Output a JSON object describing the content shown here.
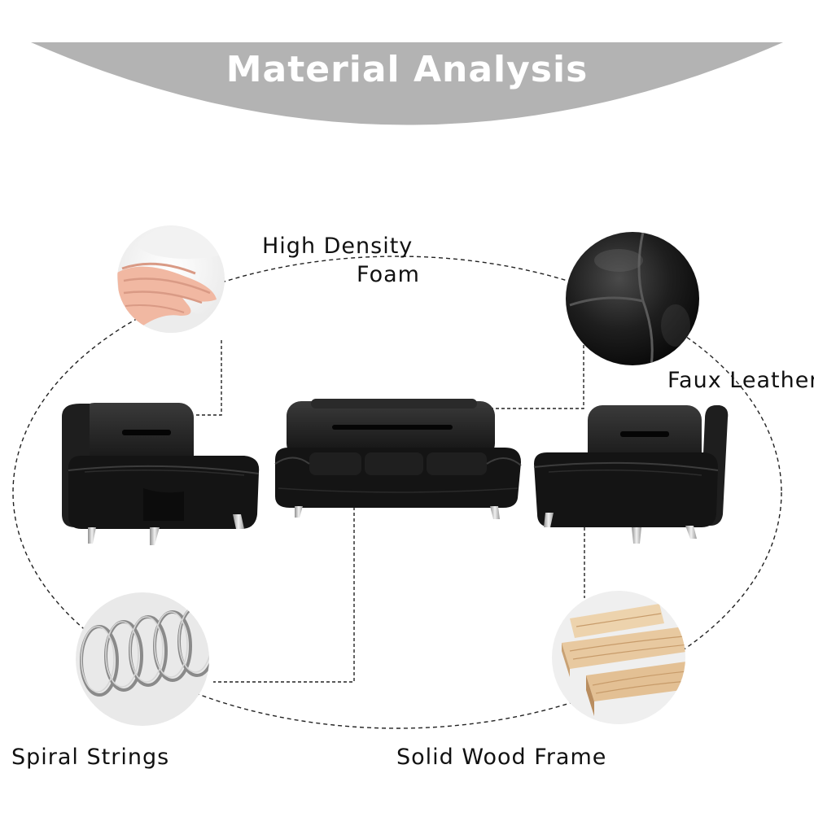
{
  "header": {
    "title": "Material Analysis"
  },
  "materials": [
    {
      "label_line1": "High Density",
      "label_line2": "Foam",
      "icon": "foam-hand-icon"
    },
    {
      "label": "Faux Leather",
      "icon": "leather-swatch-icon"
    },
    {
      "label": "Spiral Strings",
      "icon": "spiral-spring-icon"
    },
    {
      "label": "Solid Wood Frame",
      "icon": "wood-plank-icon"
    }
  ],
  "furniture": [
    "armchair",
    "sofa",
    "armchair"
  ],
  "colors": {
    "banner": "#b3b3b3",
    "upholstery": "#1b1b1b",
    "chrome": "#c8c8c8",
    "wood": "#e3c49a",
    "dashed_line": "#222222"
  }
}
